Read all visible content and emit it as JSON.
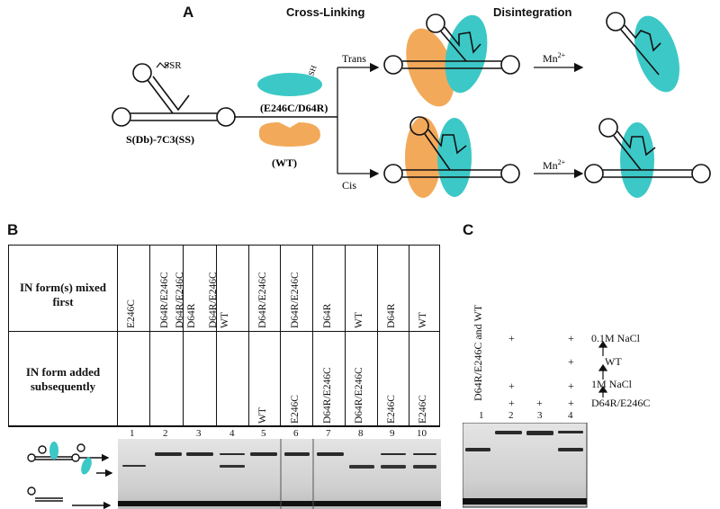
{
  "panelA": {
    "letter": "A",
    "cross_linking": "Cross-Linking",
    "disintegration": "Disintegration",
    "substrate": "S(Db)-7C3(SS)",
    "ssr": "SSR",
    "sh": "SH",
    "mutant": "(E246C/D64R)",
    "wt": "(WT)",
    "trans": "Trans",
    "cis": "Cis",
    "mn": "Mn",
    "mn_sup": "2+",
    "colors": {
      "cyan": "#3cc8c6",
      "orange": "#f3a95a"
    }
  },
  "panelB": {
    "letter": "B",
    "row1_label": "IN form(s) mixed first",
    "row2_label": "IN form added subsequently",
    "lanes": [
      {
        "num": "1",
        "first": "E246C",
        "added": ""
      },
      {
        "num": "2",
        "first": "D64R/E246C",
        "added": ""
      },
      {
        "num": "3",
        "first": "D64R/E246C\nD64R",
        "added": ""
      },
      {
        "num": "4",
        "first": "D64R/E246C\nWT",
        "added": ""
      },
      {
        "num": "5",
        "first": "D64R/E246C",
        "added": "WT"
      },
      {
        "num": "6",
        "first": "D64R/E246C",
        "added": "E246C"
      },
      {
        "num": "7",
        "first": "D64R",
        "added": "D64R/E246C"
      },
      {
        "num": "8",
        "first": "WT",
        "added": "D64R/E246C"
      },
      {
        "num": "9",
        "first": "D64R",
        "added": "E246C"
      },
      {
        "num": "10",
        "first": "WT",
        "added": "E246C"
      }
    ]
  },
  "panelC": {
    "letter": "C",
    "lane1_label": "D64R/E246C and WT",
    "lanes": [
      "1",
      "2",
      "3",
      "4"
    ],
    "plus": "+",
    "row_labels": {
      "nacl01": "0.1M NaCl",
      "wt": "WT",
      "nacl1": "1M NaCl",
      "mutant": "D64R/E246C"
    }
  }
}
